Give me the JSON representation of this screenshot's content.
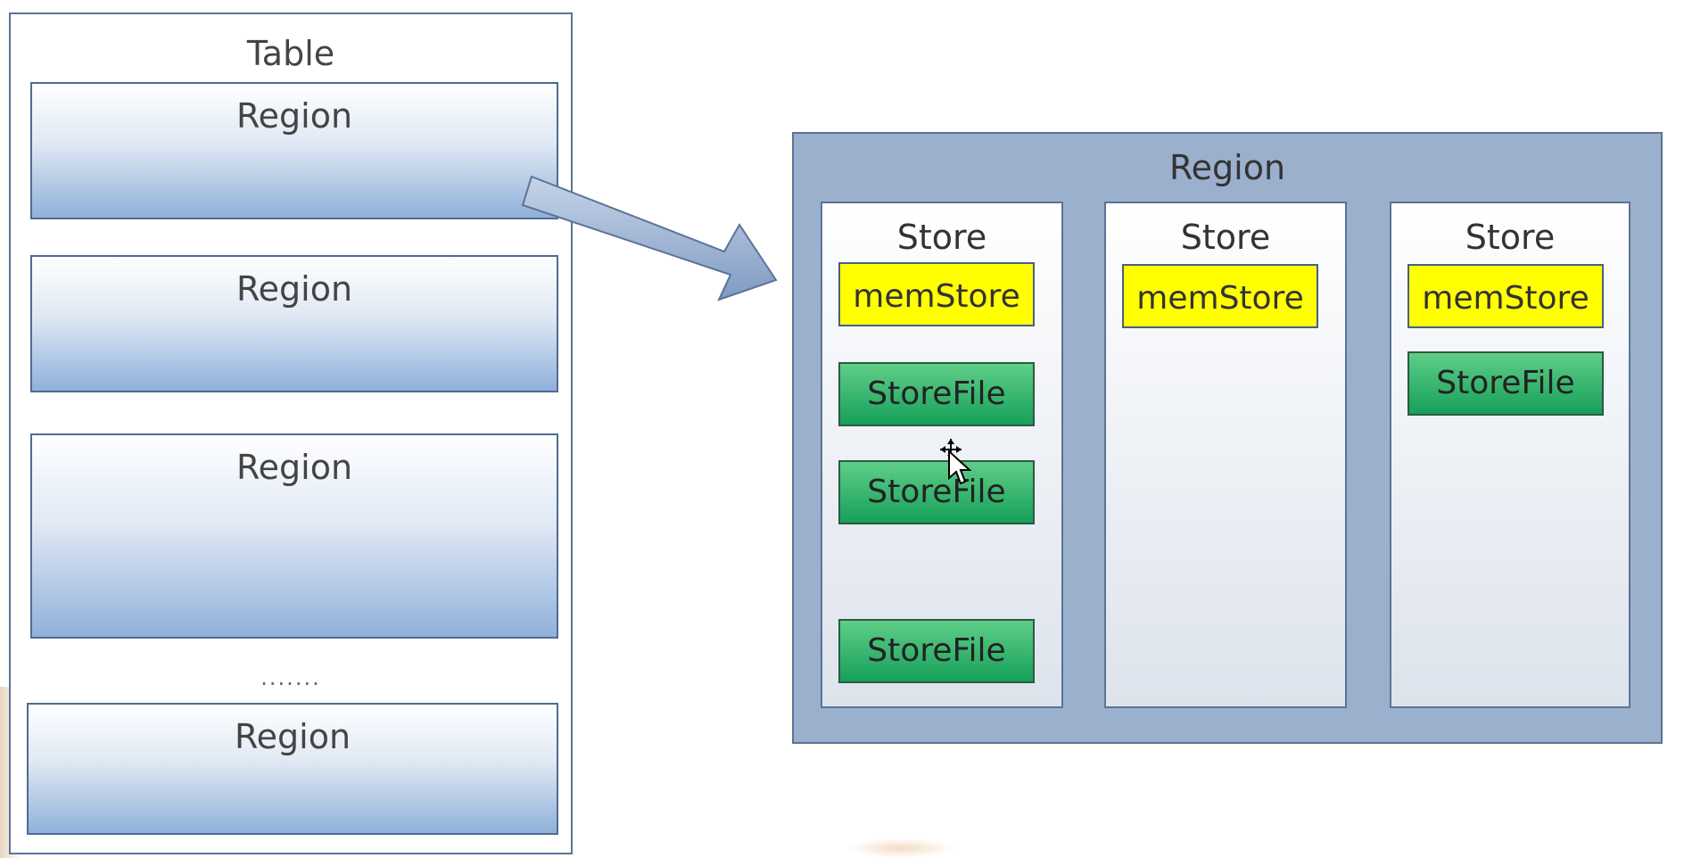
{
  "table": {
    "title": "Table",
    "regions": [
      "Region",
      "Region",
      "Region",
      "Region"
    ],
    "ellipsis": "......."
  },
  "region_detail": {
    "title": "Region",
    "stores": [
      {
        "title": "Store",
        "memstore": "memStore",
        "storefiles": [
          "StoreFile",
          "StoreFile",
          "StoreFile"
        ]
      },
      {
        "title": "Store",
        "memstore": "memStore",
        "storefiles": []
      },
      {
        "title": "Store",
        "memstore": "memStore",
        "storefiles": [
          "StoreFile"
        ]
      }
    ]
  },
  "colors": {
    "memstore": "#ffff00",
    "storefile": "#16a05a",
    "region_fill": "#8fb1da",
    "region_outer": "#9bb0cd"
  }
}
